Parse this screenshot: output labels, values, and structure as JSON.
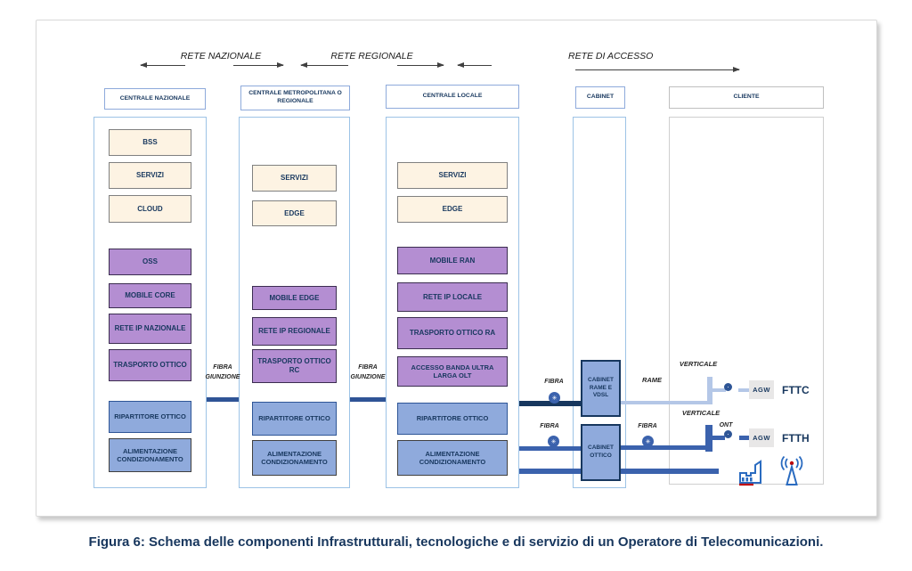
{
  "caption": "Figura 6: Schema delle componenti Infrastrutturali, tecnologiche e di servizio di un Operatore di Telecomunicazioni.",
  "network_zones": {
    "nazionale": "RETE NAZIONALE",
    "regionale": "RETE  REGIONALE",
    "accesso": "RETE DI ACCESSO"
  },
  "headers": {
    "centrale_nazionale": "CENTRALE  NAZIONALE",
    "centrale_metropolitana": "CENTRALE METROPOLITANA O REGIONALE",
    "centrale_locale": "CENTRALE LOCALE",
    "cabinet": "CABINET",
    "cliente": "CLIENTE"
  },
  "centrale_nazionale": {
    "bss": "BSS",
    "servizi": "SERVIZI",
    "cloud": "CLOUD",
    "oss": "OSS",
    "mobile_core": "MOBILE CORE",
    "rete_ip_nazionale": "RETE IP NAZIONALE",
    "trasporto_ottico": "TRASPORTO OTTICO",
    "ripartitore_ottico": "RIPARTITORE OTTICO",
    "alimentazione": "ALIMENTAZIONE CONDIZIONAMENTO"
  },
  "centrale_metropolitana": {
    "servizi": "SERVIZI",
    "edge": "EDGE",
    "mobile_edge": "MOBILE EDGE",
    "rete_ip_regionale": "RETE IP REGIONALE",
    "trasporto_ottico_rc": "TRASPORTO OTTICO RC",
    "ripartitore_ottico": "RIPARTITORE OTTICO",
    "alimentazione": "ALIMENTAZIONE CONDIZIONAMENTO"
  },
  "centrale_locale": {
    "servizi": "SERVIZI",
    "edge": "EDGE",
    "mobile_ran": "MOBILE RAN",
    "rete_ip_locale": "RETE IP LOCALE",
    "trasporto_ottico_ra": "TRASPORTO OTTICO RA",
    "accesso_olt": "ACCESSO BANDA ULTRA LARGA OLT",
    "ripartitore_ottico": "RIPARTITORE OTTICO",
    "alimentazione": "ALIMENTAZIONE CONDIZIONAMENTO"
  },
  "cabinet": {
    "rame_vdsl": "CABINET RAME E VDSL",
    "ottico": "CABINET OTTICO"
  },
  "labels": {
    "fibra_giunzione": "FIBRA GIUNZIONE",
    "fibra": "FIBRA",
    "rame": "RAME",
    "verticale": "VERTICALE",
    "ont": "ONT",
    "agw": "AGW",
    "fttc": "FTTC",
    "ftth": "FTTH",
    "splice_icon": "✳"
  },
  "colors": {
    "cream_box": "#fdf3e3",
    "purple_box": "#b48ed2",
    "blue_box": "#8faadc",
    "navy_line": "#17375e",
    "fibra_line": "#3b62ad",
    "giunzione_line": "#2f5496",
    "rame_line": "#b4c7e7",
    "text_navy": "#17375e",
    "icon_blue": "#2a6bc0",
    "icon_red": "#c00000"
  }
}
